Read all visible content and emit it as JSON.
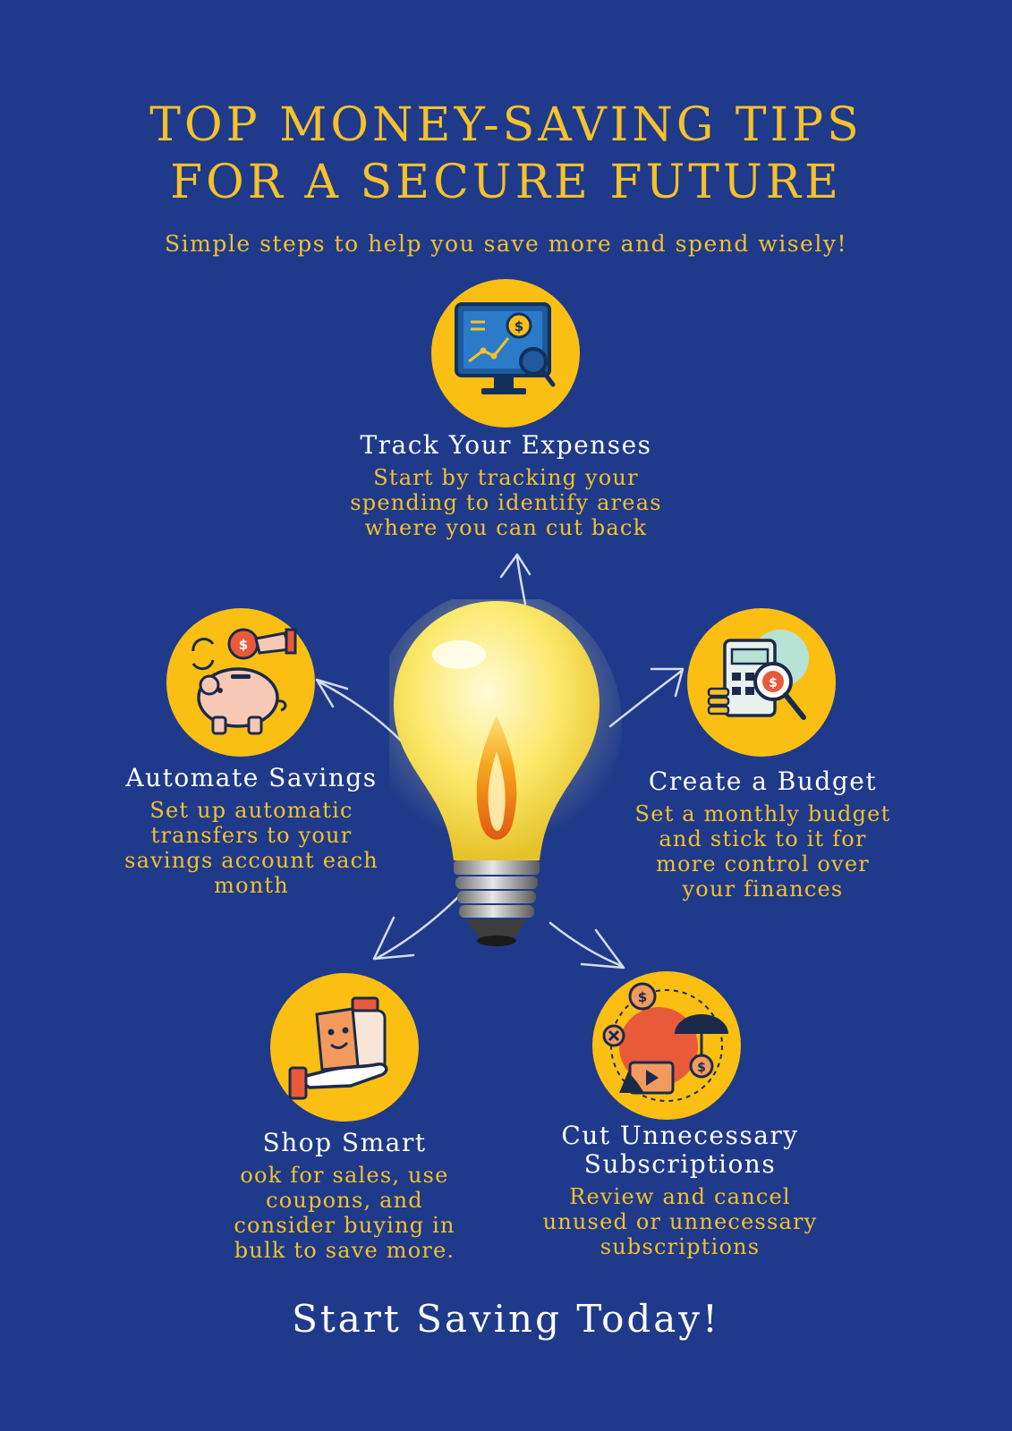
{
  "header": {
    "title_line1": "TOP MONEY-SAVING TIPS",
    "title_line2": "FOR A SECURE FUTURE",
    "subtitle": "Simple steps to help you save more and spend wisely!"
  },
  "tips": [
    {
      "id": "track",
      "icon": "expense-tracking-monitor-icon",
      "title": "Track Your Expenses",
      "body_lines": [
        "Start by tracking your",
        "spending to identify areas",
        "where you can cut back"
      ]
    },
    {
      "id": "automate",
      "icon": "piggy-bank-icon",
      "title": "Automate Savings",
      "body_lines": [
        "Set up automatic",
        "transfers to your",
        "savings account each",
        "month"
      ]
    },
    {
      "id": "budget",
      "icon": "budget-calculator-icon",
      "title": "Create a Budget",
      "body_lines": [
        "Set a monthly budget",
        "and stick to it for",
        "more control over",
        "your finances"
      ]
    },
    {
      "id": "shop",
      "icon": "shopping-hand-icon",
      "title": "Shop Smart",
      "body_lines": [
        "ook for sales, use",
        "coupons, and",
        "consider buying in",
        "bulk to save more."
      ]
    },
    {
      "id": "subscriptions",
      "icon": "subscriptions-umbrella-icon",
      "title_lines": [
        "Cut Unnecessary",
        "Subscriptions"
      ],
      "body_lines": [
        "Review and cancel",
        "unused or unnecessary",
        "subscriptions"
      ]
    }
  ],
  "footer": {
    "cta": "Start Saving Today!"
  },
  "colors": {
    "background": "#1f3a8a",
    "accent": "#f6c12a",
    "badge": "#fbbf14",
    "heading": "#ffffff"
  }
}
